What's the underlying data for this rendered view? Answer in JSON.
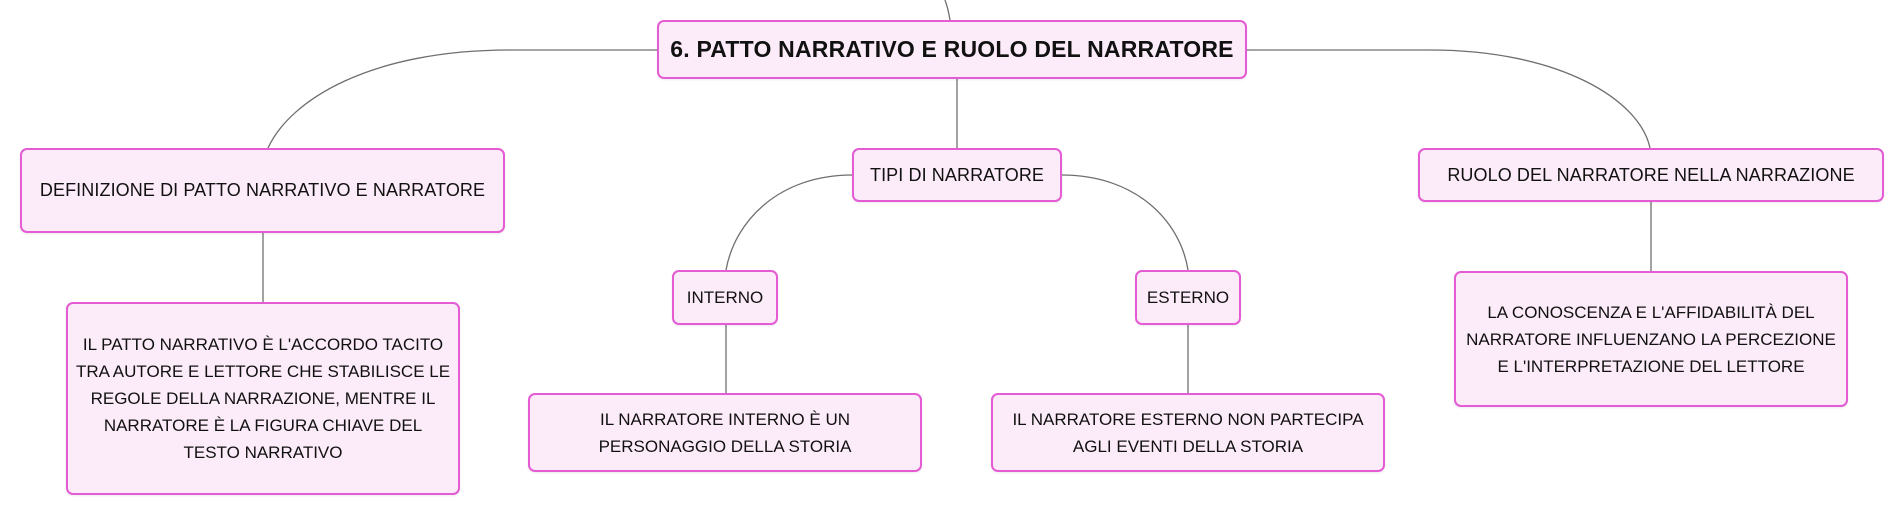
{
  "colors": {
    "node_fill": "#fcebf8",
    "node_border": "#e55bd4",
    "connector": "#6f6f6f",
    "text": "#111111"
  },
  "map": {
    "root": {
      "label": "6. PATTO NARRATIVO E RUOLO DEL NARRATORE"
    },
    "definition": {
      "label": "DEFINIZIONE DI PATTO NARRATIVO E NARRATORE",
      "detail": "IL PATTO NARRATIVO È L'ACCORDO TACITO TRA AUTORE E LETTORE CHE STABILISCE LE REGOLE DELLA NARRAZIONE, MENTRE IL NARRATORE È LA FIGURA CHIAVE DEL TESTO NARRATIVO"
    },
    "types": {
      "label": "TIPI DI NARRATORE",
      "internal": {
        "label": "INTERNO",
        "detail": "IL NARRATORE INTERNO È UN PERSONAGGIO DELLA STORIA"
      },
      "external": {
        "label": "ESTERNO",
        "detail": "IL NARRATORE ESTERNO NON PARTECIPA AGLI EVENTI DELLA STORIA"
      }
    },
    "role": {
      "label": "RUOLO DEL NARRATORE NELLA NARRAZIONE",
      "detail": "LA CONOSCENZA E L'AFFIDABILITÀ DEL NARRATORE INFLUENZANO LA PERCEZIONE E L'INTERPRETAZIONE DEL LETTORE"
    }
  }
}
